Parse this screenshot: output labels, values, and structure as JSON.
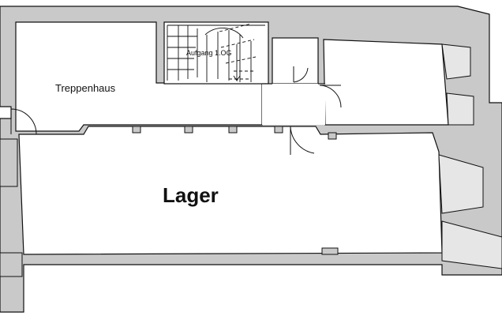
{
  "plan": {
    "rooms": {
      "stairwell": "Treppenhaus",
      "storage": "Lager"
    },
    "stair_note": "Aufgang 1.OG"
  },
  "colors": {
    "wall": "#c9c9c9",
    "line": "#111111",
    "background": "#ffffff"
  }
}
